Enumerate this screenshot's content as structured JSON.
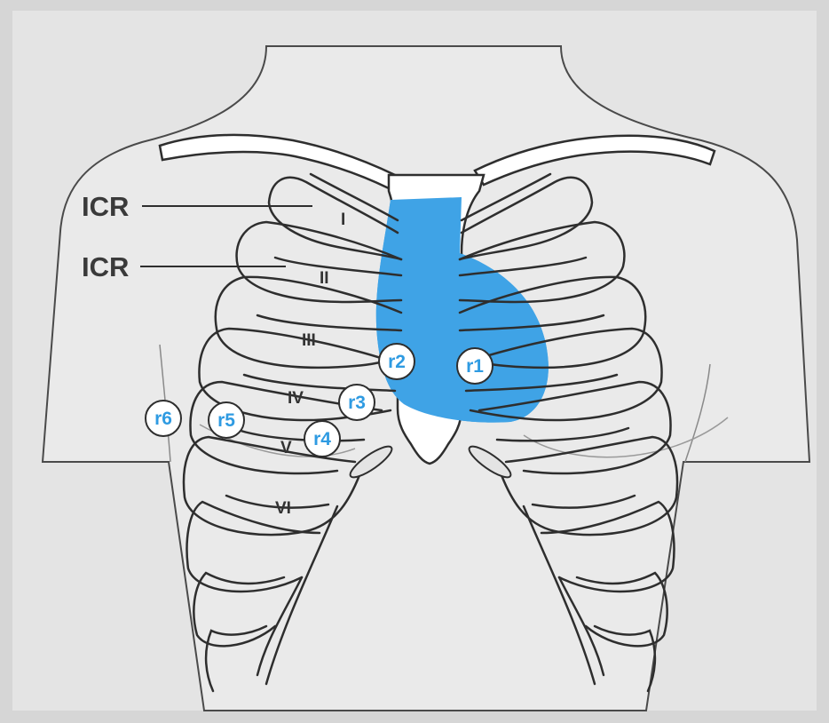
{
  "colors": {
    "background_outer": "#d6d6d6",
    "background_inner": "#e4e4e4",
    "torso": "#eaeaea",
    "bone": "#ffffff",
    "outline": "#2e2e2e",
    "heart": "#3fa3e6",
    "electrode_text": "#2f9be2"
  },
  "intercostal_labels": [
    "ICR",
    "ICR"
  ],
  "rib_numerals": [
    "I",
    "II",
    "III",
    "IV",
    "V",
    "VI"
  ],
  "electrodes": [
    "r1",
    "r2",
    "r3",
    "r4",
    "r5",
    "r6"
  ]
}
